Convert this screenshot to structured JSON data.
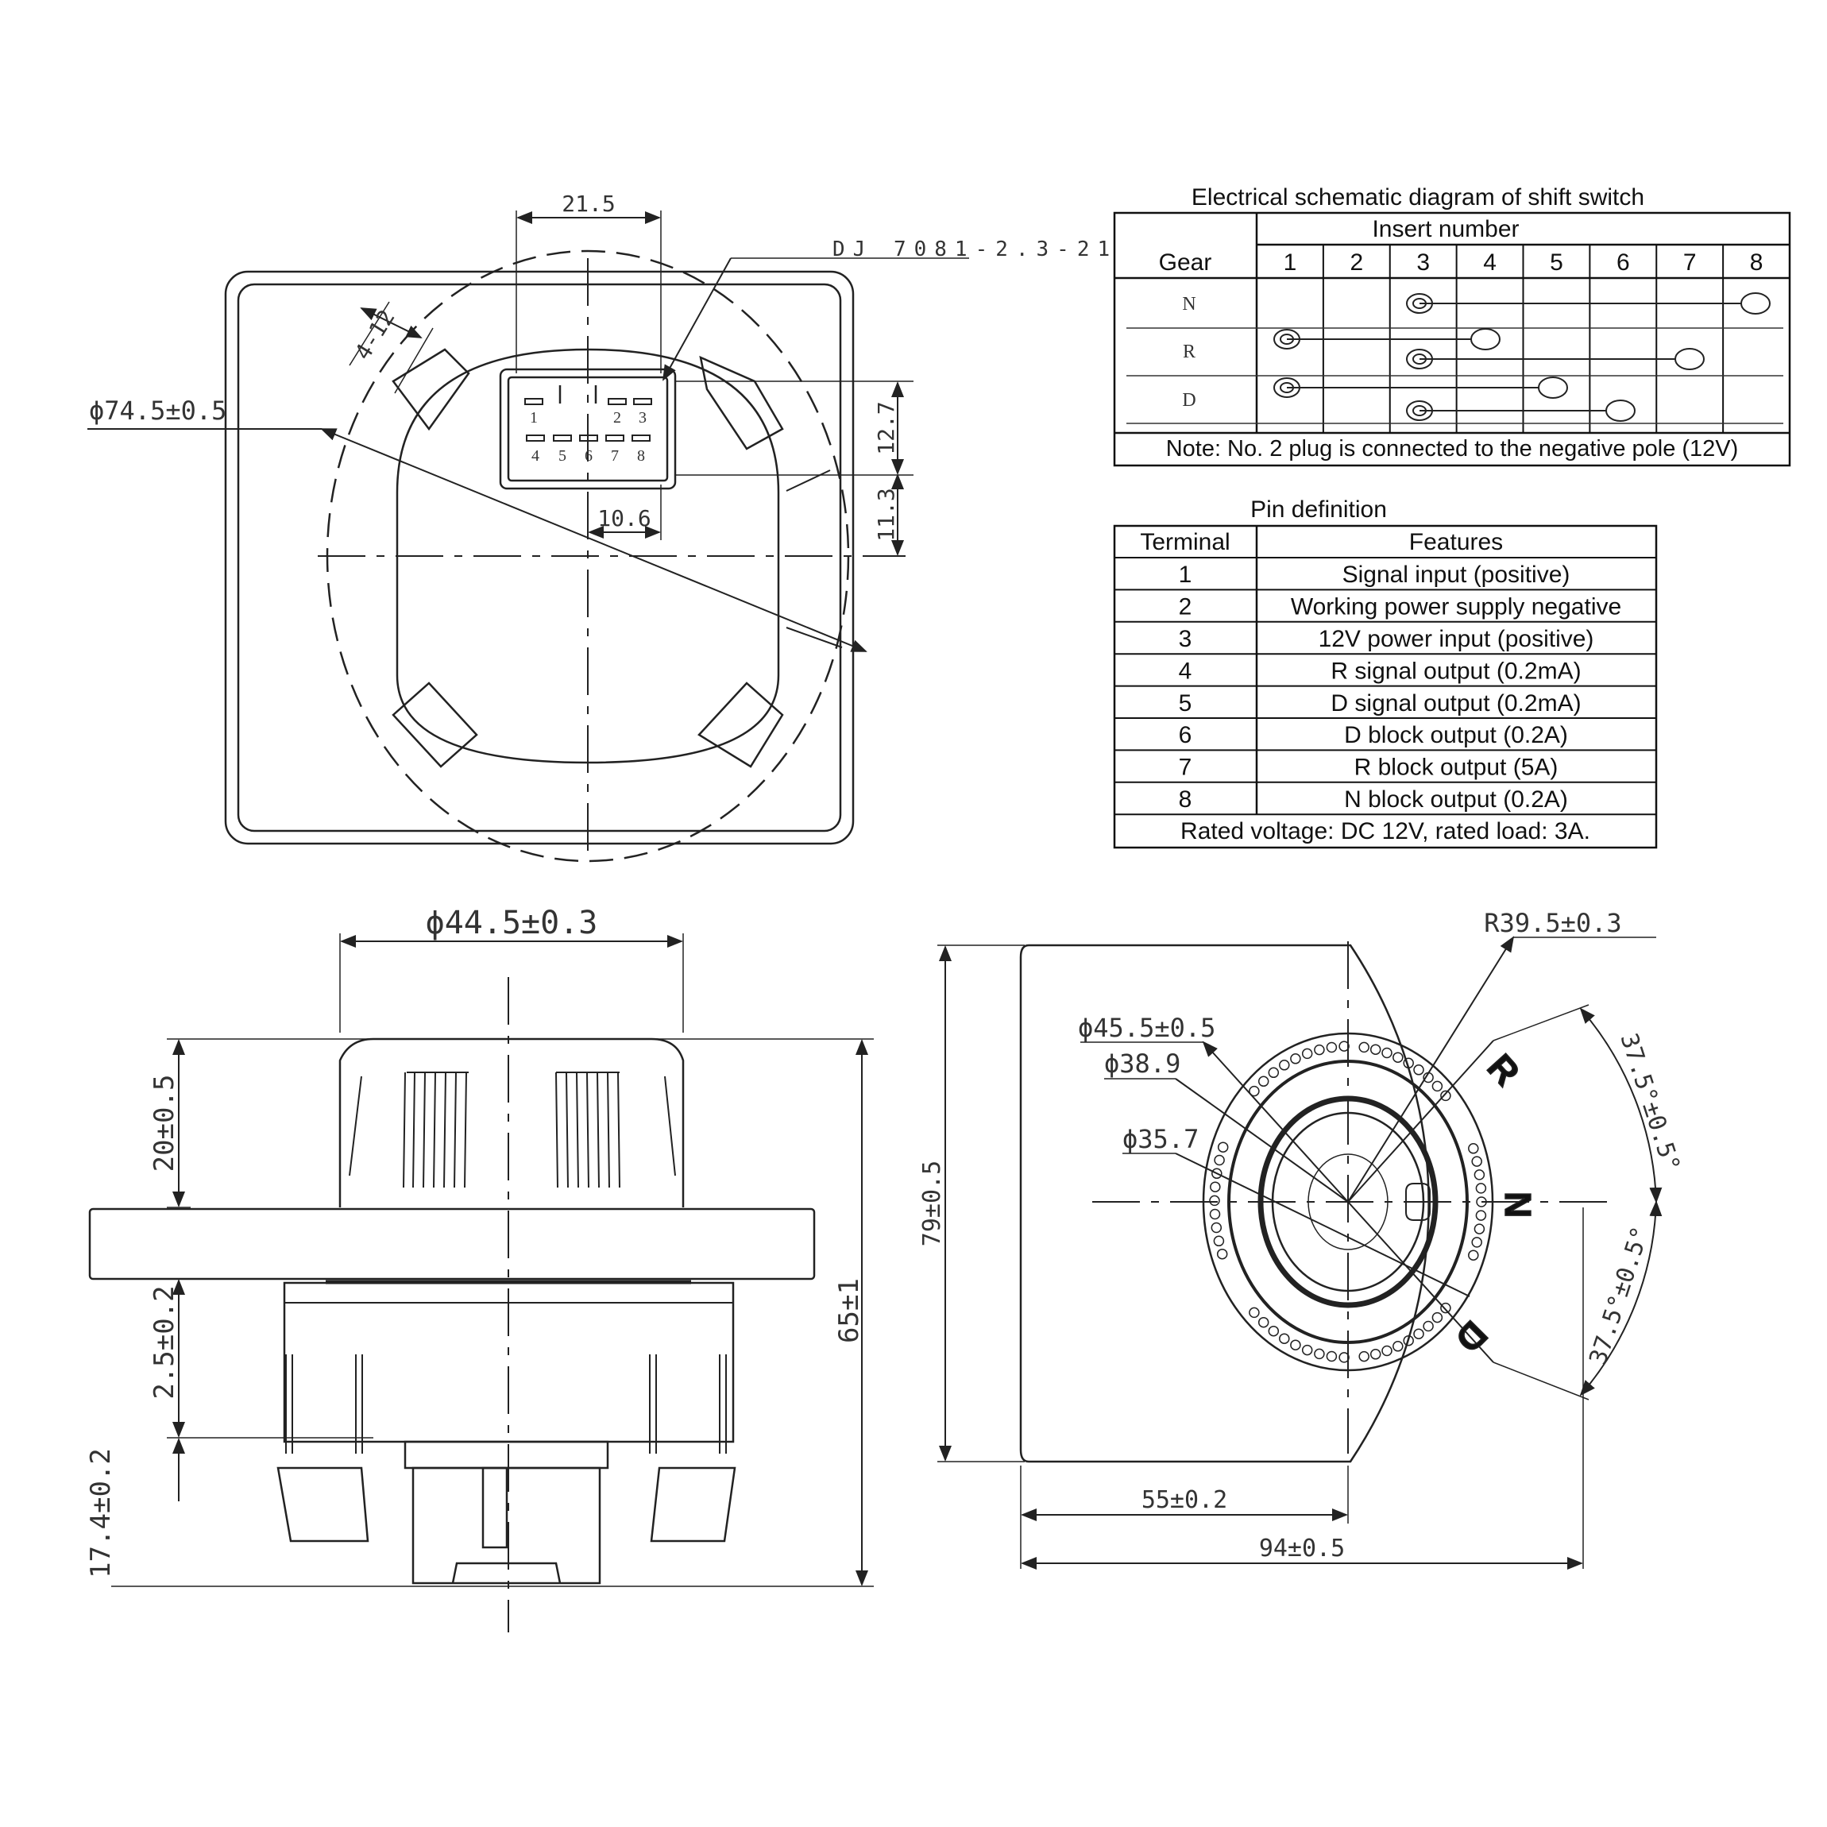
{
  "top_view": {
    "dim_width": "21.5",
    "connector_part": "DJ 7081-2.3-21",
    "dim_slots": "4-12",
    "dim_diameter": "ϕ74.5±0.5",
    "dim_conn_height": "12.7",
    "dim_offset_v": "11.3",
    "dim_offset_h": "10.6",
    "pins_top": [
      "1",
      "2",
      "3"
    ],
    "pins_bottom": [
      "4",
      "5",
      "6",
      "7",
      "8"
    ]
  },
  "schematic": {
    "title": "Electrical schematic diagram of shift switch",
    "insert_header": "Insert number",
    "gear_header": "Gear",
    "insert_numbers": [
      "1",
      "2",
      "3",
      "4",
      "5",
      "6",
      "7",
      "8"
    ],
    "gears": [
      "N",
      "R",
      "D"
    ],
    "note": "Note: No. 2 plug is connected to the negative pole (12V)"
  },
  "pin_definition": {
    "title": "Pin definition",
    "col_terminal": "Terminal",
    "col_features": "Features",
    "rows": [
      {
        "terminal": "1",
        "feature": "Signal input (positive)"
      },
      {
        "terminal": "2",
        "feature": "Working power supply negative"
      },
      {
        "terminal": "3",
        "feature": "12V power input (positive)"
      },
      {
        "terminal": "4",
        "feature": "R signal output (0.2mA)"
      },
      {
        "terminal": "5",
        "feature": "D signal output (0.2mA)"
      },
      {
        "terminal": "6",
        "feature": "D block output (0.2A)"
      },
      {
        "terminal": "7",
        "feature": "R block output (5A)"
      },
      {
        "terminal": "8",
        "feature": "N block output (0.2A)"
      }
    ],
    "rated": "Rated voltage: DC 12V, rated load: 3A."
  },
  "side_view": {
    "dim_diameter": "ϕ44.5±0.3",
    "dim_top": "20±0.5",
    "dim_mid": "2.5±0.2",
    "dim_bottom": "17.4±0.2",
    "dim_total": "65±1"
  },
  "front_view": {
    "dim_radius": "R39.5±0.3",
    "dim_d1": "ϕ45.5±0.5",
    "dim_d2": "ϕ38.9",
    "dim_d3": "ϕ35.7",
    "dim_angle_top": "37.5°±0.5°",
    "dim_angle_bottom": "37.5°±0.5°",
    "dim_height": "79±0.5",
    "dim_w1": "55±0.2",
    "dim_w2": "94±0.5",
    "gear_r": "R",
    "gear_n": "N",
    "gear_d": "D"
  }
}
